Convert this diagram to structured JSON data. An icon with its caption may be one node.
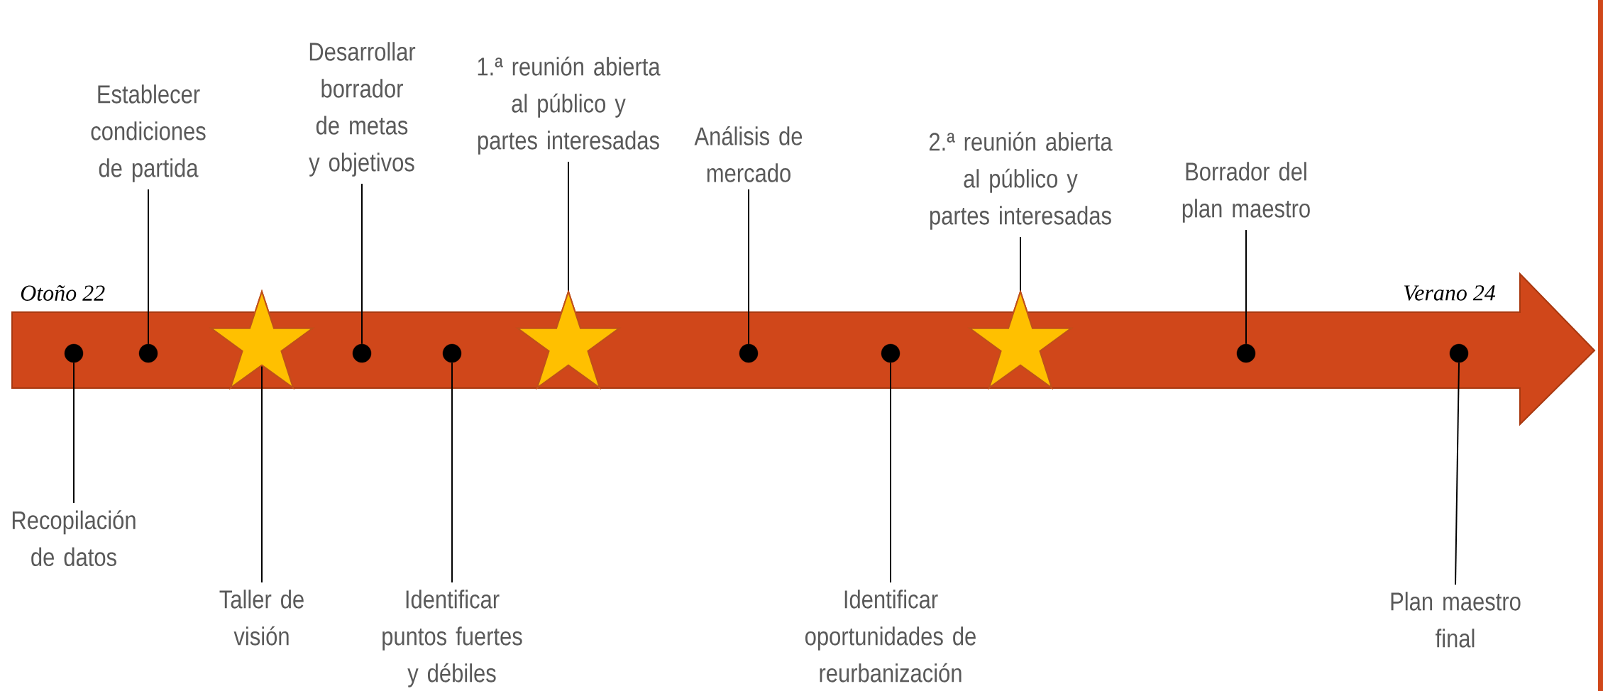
{
  "diagram": {
    "nodes": [
      {
        "text": [
          "Recopilación de datos"
        ]
      },
      {
        "text": [],
        "shape": "circle"
      },
      {
        "text": [
          "Establecer condiciones de partida"
        ]
      },
      {
        "text": [],
        "shape": "circle"
      },
      {
        "text": [
          "Taller de visión"
        ]
      },
      {
        "text": [],
        "shape": "star"
      },
      {
        "text": [
          "Desarrollar borrador de metas y objetivos"
        ]
      },
      {
        "text": [],
        "shape": "circle"
      },
      {
        "text": [
          "Identificar puntos fuertes y débiles"
        ]
      },
      {
        "text": [],
        "shape": "circle"
      },
      {
        "text": [
          "1.ª reunión abierta al público y partes interesadas"
        ]
      },
      {
        "text": [],
        "shape": "star"
      },
      {
        "text": [
          "Análisis de mercado"
        ]
      },
      {
        "text": [],
        "shape": "circle"
      },
      {
        "text": [
          "Identificar oportunidades de reurbanización"
        ]
      },
      {
        "text": [],
        "shape": "circle"
      },
      {
        "text": [
          "2.ª reunión abierta al público y partes interesadas"
        ]
      },
      {
        "text": [],
        "shape": "star"
      },
      {
        "text": [
          "Borrador del plan maestro"
        ]
      },
      {
        "text": [],
        "shape": "circle"
      },
      {
        "text": [
          "Plan maestro final"
        ]
      },
      {
        "text": [],
        "shape": "circle"
      }
    ],
    "edges": [
      {
        "from": 0,
        "to": 1,
        "arrow": "none"
      },
      {
        "from": 2,
        "to": 3,
        "arrow": "none"
      },
      {
        "from": 4,
        "to": 5,
        "arrow": "none"
      },
      {
        "from": 6,
        "to": 7,
        "arrow": "none"
      },
      {
        "from": 8,
        "to": 9,
        "arrow": "none"
      },
      {
        "from": 10,
        "to": 11,
        "arrow": "none"
      },
      {
        "from": 12,
        "to": 13,
        "arrow": "none"
      },
      {
        "from": 14,
        "to": 15,
        "arrow": "none"
      },
      {
        "from": 16,
        "to": 17,
        "arrow": "none"
      },
      {
        "from": 18,
        "to": 19,
        "arrow": "none"
      },
      {
        "from": 20,
        "to": 21,
        "arrow": "none"
      }
    ],
    "labels": [
      "Otoño 22",
      "Verano 24"
    ]
  }
}
